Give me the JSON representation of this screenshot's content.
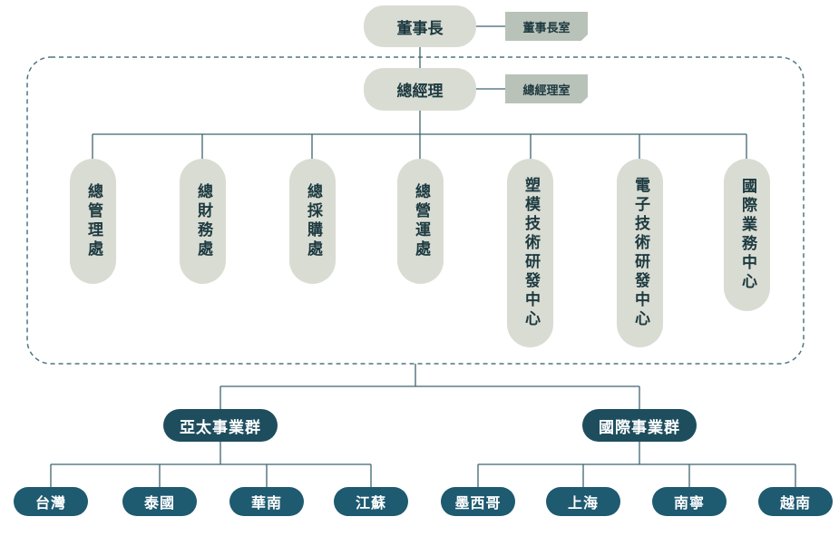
{
  "colors": {
    "exec_fill": "#d9dcd3",
    "office_fill": "#b9c2b8",
    "group_fill": "#1e4e5e",
    "region_fill": "#1e5a70",
    "line": "#3f6470",
    "dashed_border": "#4f7584"
  },
  "top": {
    "chairman": "董事長",
    "chairman_office": "董事長室",
    "gm": "總經理",
    "gm_office": "總經理室"
  },
  "departments": [
    "總管理處",
    "總財務處",
    "總採購處",
    "總營運處",
    "塑模技術研發中心",
    "電子技術研發中心",
    "國際業務中心"
  ],
  "groups": [
    {
      "name": "亞太事業群",
      "regions": [
        "台灣",
        "泰國",
        "華南",
        "江蘇"
      ]
    },
    {
      "name": "國際事業群",
      "regions": [
        "墨西哥",
        "上海",
        "南寧",
        "越南"
      ]
    }
  ]
}
